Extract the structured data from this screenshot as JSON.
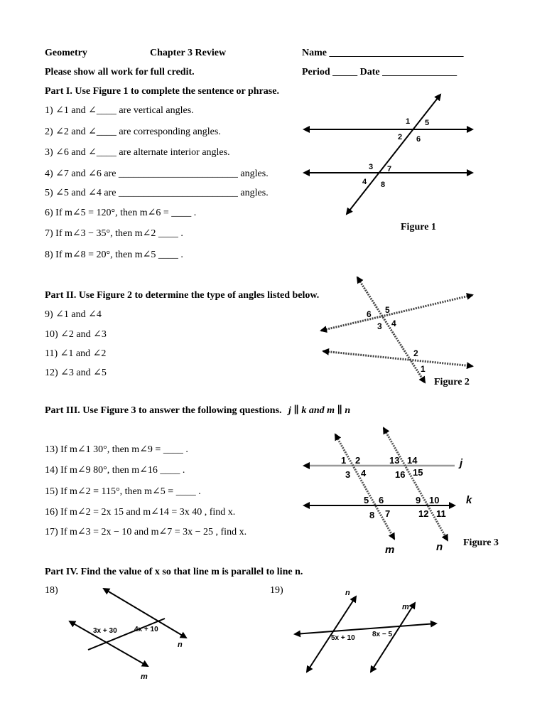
{
  "header": {
    "course": "Geometry",
    "chapter": "Chapter 3 Review",
    "name_label": "Name ___________________________",
    "instructions": "Please show all work for full credit.",
    "period_date": "Period _____  Date _______________"
  },
  "part1": {
    "title": "Part I.  Use Figure 1 to complete the sentence or phrase.",
    "q1": "1)   ∠1 and ∠____  are vertical angles.",
    "q2": "2)   ∠2 and ∠____  are corresponding angles.",
    "q3": "3)   ∠6 and ∠____  are alternate interior angles.",
    "q4": "4)   ∠7 and ∠6  are ________________________ angles.",
    "q5": "5)   ∠5 and ∠4  are ________________________ angles.",
    "q6": "6)  If  m∠5 = 120°, then  m∠6 = ____ .",
    "q7": "7)  If  m∠3 − 35°, then  m∠2    ____ .",
    "q8": "8)  If  m∠8 = 20°, then  m∠5    ____ ."
  },
  "figure1": {
    "caption": "Figure 1",
    "labels": [
      "1",
      "5",
      "2",
      "6",
      "3",
      "7",
      "4",
      "8"
    ]
  },
  "part2": {
    "title": "Part II.  Use Figure 2 to determine the type of angles listed below.",
    "q9": "9)   ∠1 and ∠4",
    "q10": "10)   ∠2 and ∠3",
    "q11": "11)   ∠1 and ∠2",
    "q12": "12)   ∠3 and ∠5"
  },
  "figure2": {
    "caption": "Figure 2",
    "labels": [
      "6",
      "5",
      "3",
      "4",
      "2",
      "1"
    ]
  },
  "part3": {
    "title_main": "Part III.  Use Figure 3 to answer the following questions.",
    "title_cond": "j ∥ k and m ∥ n",
    "q13": "13)  If  m∠1    30°, then  m∠9 = ____ .",
    "q14": "14)  If  m∠9    80°, then  m∠16    ____ .",
    "q15": "15)  If  m∠2 = 115°, then  m∠5 = ____ .",
    "q16": "16)  If  m∠2 = 2x    15 and m∠14 = 3x    40 , find x.",
    "q17": "17)  If  m∠3 = 2x − 10 and m∠7 = 3x − 25 , find x."
  },
  "figure3": {
    "caption": "Figure 3",
    "labels": [
      "1",
      "2",
      "3",
      "4",
      "13",
      "14",
      "16",
      "15",
      "5",
      "6",
      "8",
      "7",
      "9",
      "10",
      "12",
      "11"
    ],
    "line_labels": [
      "j",
      "k",
      "m",
      "n"
    ]
  },
  "part4": {
    "title": "Part IV.  Find the value of x so that line m is parallel to line n.",
    "q18": "18)",
    "q19": "19)"
  },
  "figure18": {
    "labels": [
      "3x + 30",
      "4x + 10",
      "n",
      "m"
    ]
  },
  "figure19": {
    "labels": [
      "n",
      "m",
      "5x + 10",
      "8x − 5"
    ]
  }
}
